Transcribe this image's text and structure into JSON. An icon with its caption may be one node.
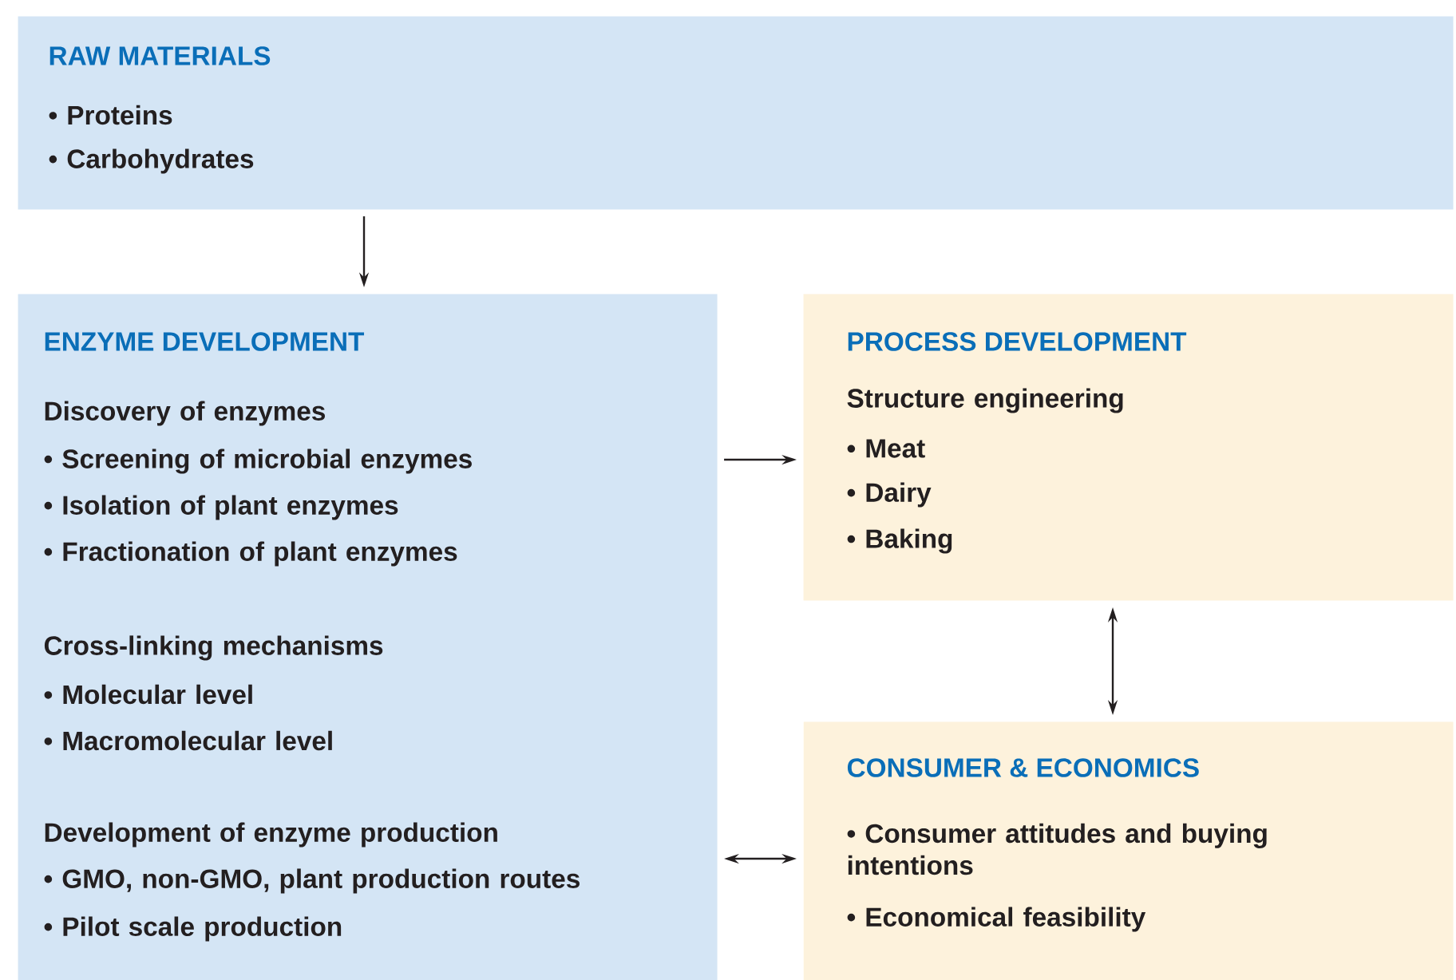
{
  "diagram": {
    "nodes": [
      {
        "text": [
          "RAW MATERIALS",
          "• Proteins",
          "• Carbohydrates"
        ]
      },
      {
        "text": [
          "ENZYME DEVELOPMENT",
          "Discovery of enzymes",
          "• Screening of microbial enzymes",
          "• Isolation of plant enzymes",
          "• Fractionation of plant enzymes",
          "Cross-linking mechanisms",
          "• Molecular level",
          "• Macromolecular level",
          "Development of enzyme production",
          "• GMO, non-GMO, plant production routes",
          "• Pilot scale production"
        ]
      },
      {
        "text": [
          "PROCESS DEVELOPMENT",
          "Structure engineering",
          "• Meat",
          "• Dairy",
          "• Baking"
        ]
      },
      {
        "text": [
          "CONSUMER & ECONOMICS",
          "• Consumer attitudes and buying intentions",
          "• Economical feasibility"
        ]
      }
    ],
    "edges": [
      {
        "from": 0,
        "to": 1,
        "arrow": "to"
      },
      {
        "from": 1,
        "to": 2,
        "arrow": "to"
      },
      {
        "from": 2,
        "to": 3,
        "arrow": "both"
      },
      {
        "from": 3,
        "to": 1,
        "arrow": "both"
      }
    ]
  }
}
